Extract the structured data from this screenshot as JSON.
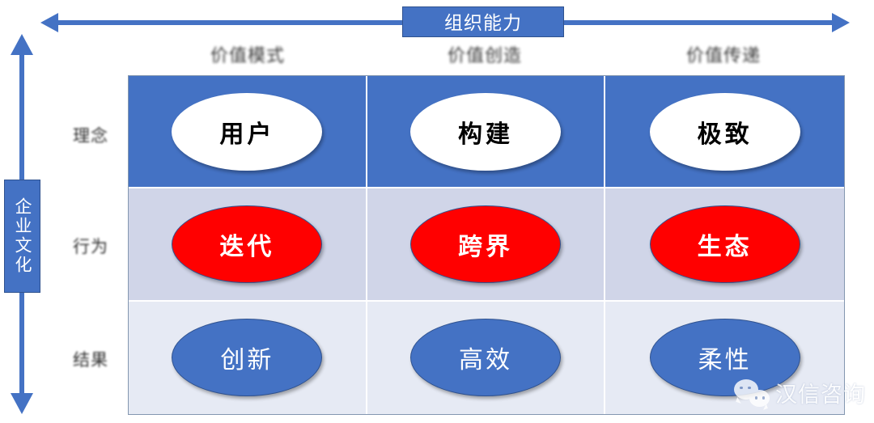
{
  "diagram": {
    "horizontal_axis": {
      "label": "组织能力",
      "arrow": "double-headed-horizontal-arrow"
    },
    "vertical_axis": {
      "label": "企业文化",
      "arrow": "double-headed-vertical-arrow"
    },
    "column_headers": [
      {
        "label": "价值模式",
        "legible": false
      },
      {
        "label": "价值创造",
        "legible": false
      },
      {
        "label": "价值传递",
        "legible": false
      }
    ],
    "row_labels": [
      {
        "label": "理念"
      },
      {
        "label": "行为"
      },
      {
        "label": "结果"
      }
    ],
    "rows": [
      {
        "name": "理念",
        "row_bg": "#4472C4",
        "oval_style": "white",
        "cells": [
          {
            "label": "用户"
          },
          {
            "label": "构建"
          },
          {
            "label": "极致"
          }
        ]
      },
      {
        "name": "行为",
        "row_bg": "#D0D5E8",
        "oval_style": "red",
        "cells": [
          {
            "label": "迭代"
          },
          {
            "label": "跨界"
          },
          {
            "label": "生态"
          }
        ]
      },
      {
        "name": "结果",
        "row_bg": "#E6EAF4",
        "oval_style": "blue",
        "cells": [
          {
            "label": "创新"
          },
          {
            "label": "高效"
          },
          {
            "label": "柔性"
          }
        ]
      }
    ]
  },
  "watermark": {
    "icon": "wechat-icon",
    "text": "汉信咨询"
  },
  "colors": {
    "accent_blue": "#4472C4",
    "border_blue": "#2F528F",
    "red": "#FF0000",
    "row2_bg": "#D0D5E8",
    "row3_bg": "#E6EAF4",
    "grid_border": "#8497B0"
  }
}
